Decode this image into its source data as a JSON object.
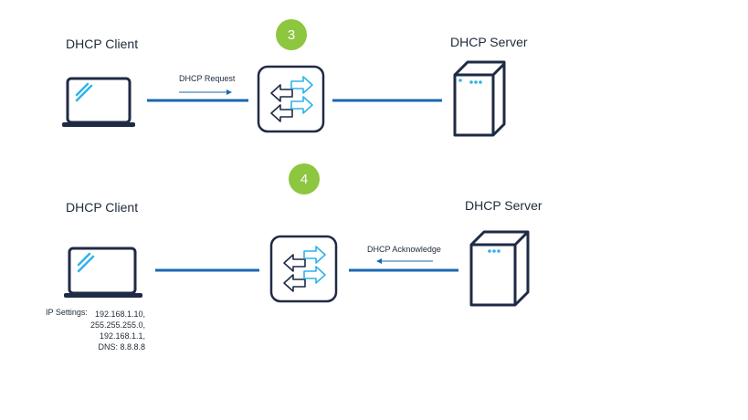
{
  "colors": {
    "navy": "#1f2a44",
    "blue": "#1a67b0",
    "cyan": "#2fb3e8",
    "badge": "#8dc63f"
  },
  "icons": {
    "client": "laptop-icon",
    "switch": "switch-arrows-icon",
    "server": "server-tower-icon"
  },
  "step3": {
    "badge": "3",
    "client_label": "DHCP Client",
    "server_label": "DHCP Server",
    "message": "DHCP Request"
  },
  "step4": {
    "badge": "4",
    "client_label": "DHCP Client",
    "server_label": "DHCP Server",
    "message": "DHCP Acknowledge",
    "ip_settings_label": "IP Settings:",
    "ip_values": [
      "192.168.1.10,",
      "255.255.255.0,",
      "192.168.1.1,",
      "DNS: 8.8.8.8"
    ]
  }
}
